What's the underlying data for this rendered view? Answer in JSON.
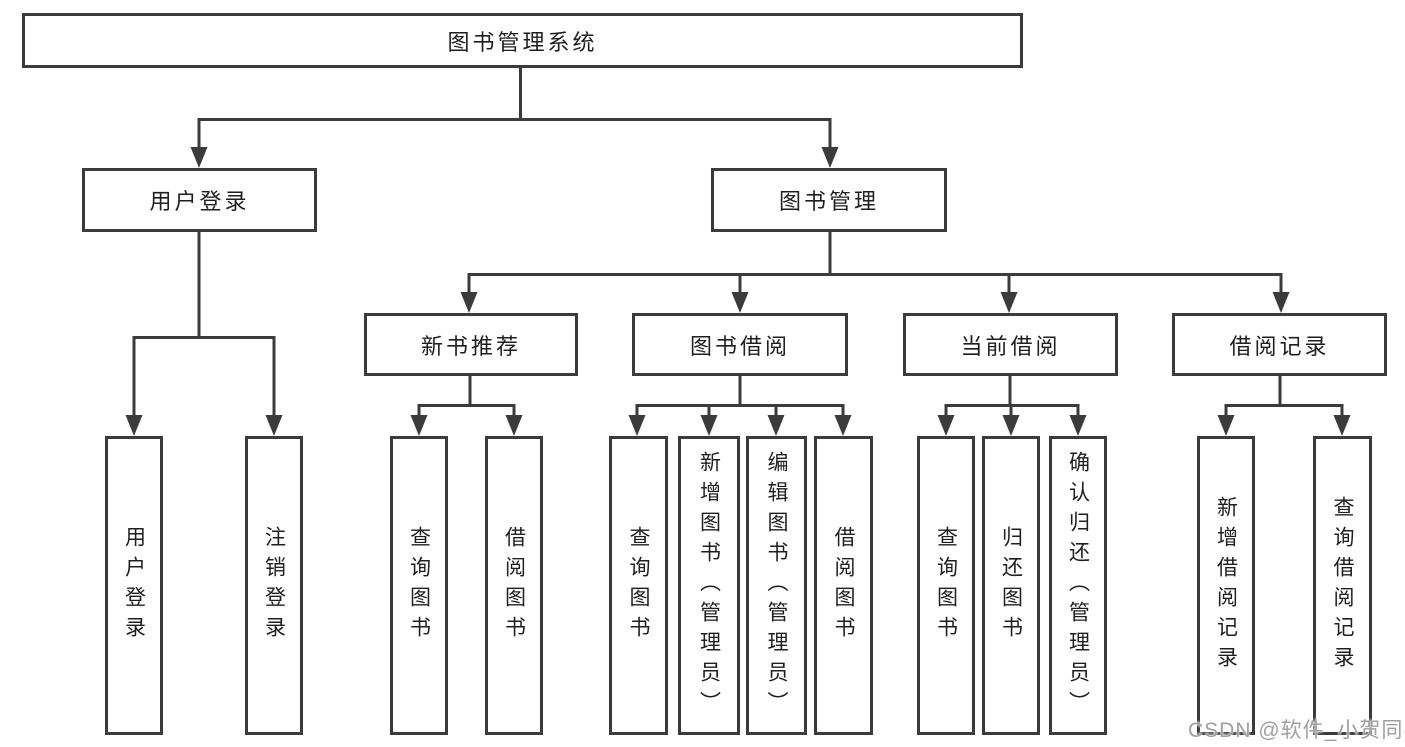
{
  "diagram_type": "hierarchy",
  "title": "图书管理系统",
  "tree": {
    "label": "图书管理系统",
    "children": [
      {
        "label": "用户登录",
        "children": [
          {
            "label": "用户登录"
          },
          {
            "label": "注销登录"
          }
        ]
      },
      {
        "label": "图书管理",
        "children": [
          {
            "label": "新书推荐",
            "children": [
              {
                "label": "查询图书"
              },
              {
                "label": "借阅图书"
              }
            ]
          },
          {
            "label": "图书借阅",
            "children": [
              {
                "label": "查询图书"
              },
              {
                "label": "新增图书（管理员）"
              },
              {
                "label": "编辑图书（管理员）"
              },
              {
                "label": "借阅图书"
              }
            ]
          },
          {
            "label": "当前借阅",
            "children": [
              {
                "label": "查询图书"
              },
              {
                "label": "归还图书"
              },
              {
                "label": "确认归还（管理员）"
              }
            ]
          },
          {
            "label": "借阅记录",
            "children": [
              {
                "label": "新增借阅记录"
              },
              {
                "label": "查询借阅记录"
              }
            ]
          }
        ]
      }
    ]
  },
  "watermark": {
    "text": "CSDN @软件_小贺同学"
  },
  "colors": {
    "line": "#3b3b3b",
    "box_border": "#3b3b3b",
    "text": "#1f1f1f",
    "background": "#ffffff",
    "watermark": "#9f9f9f"
  }
}
